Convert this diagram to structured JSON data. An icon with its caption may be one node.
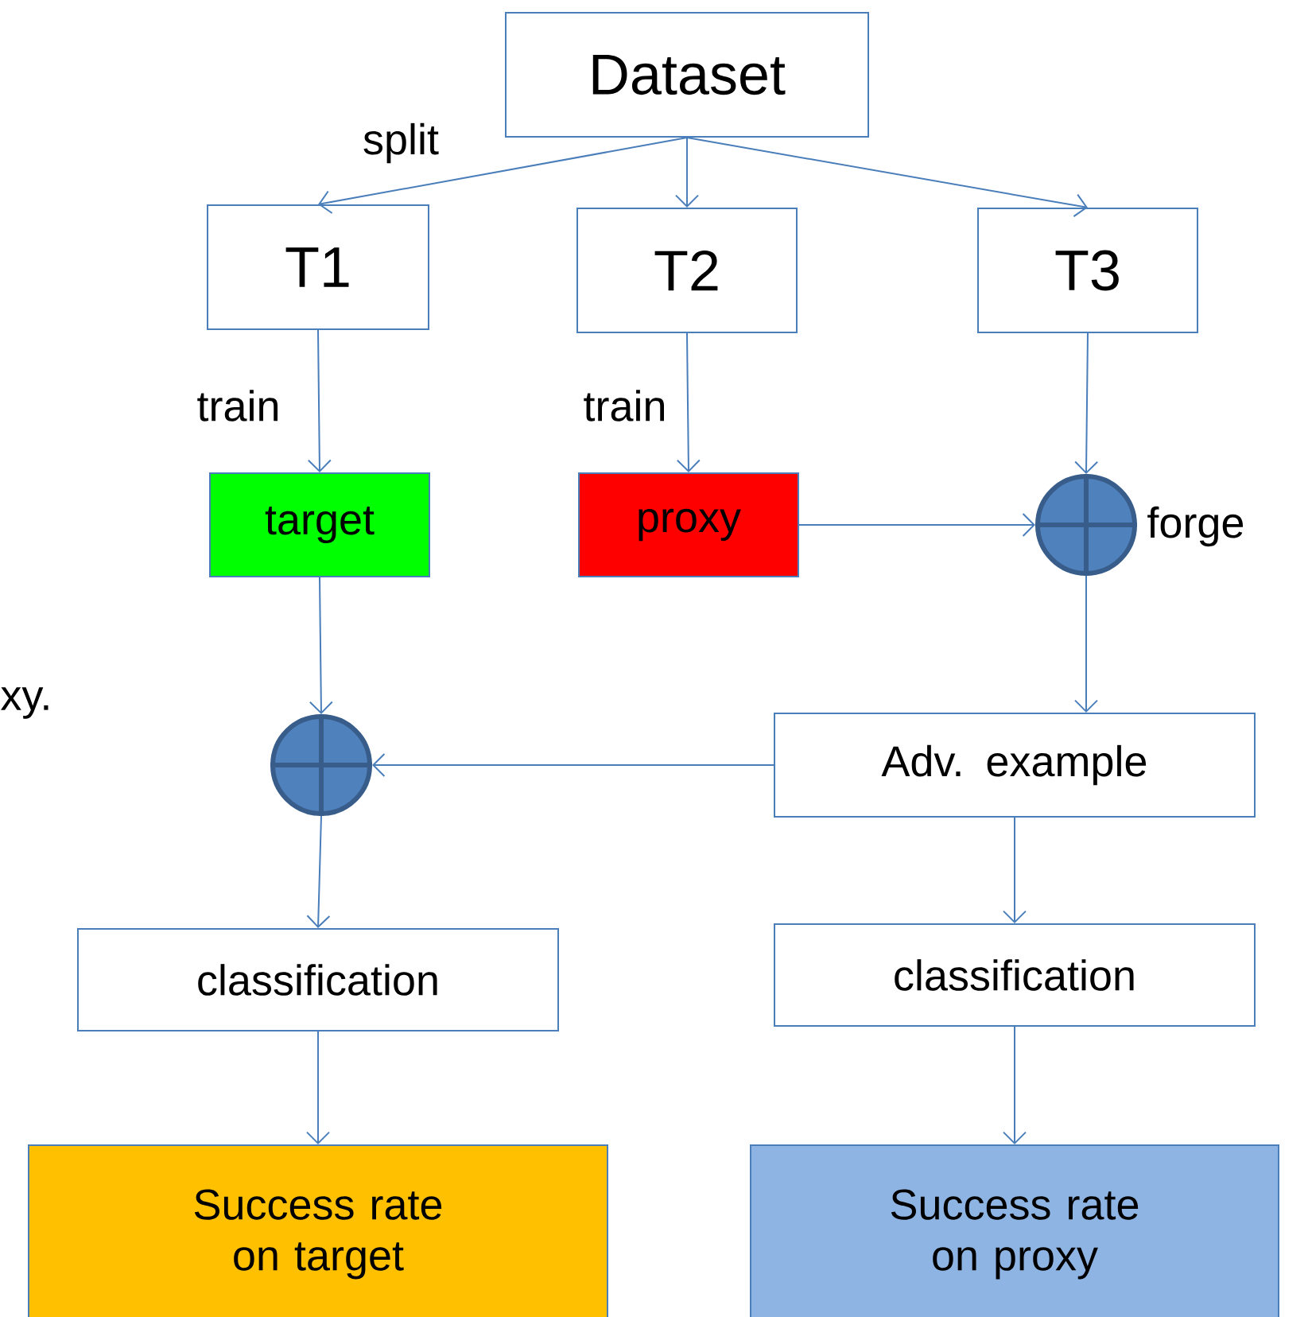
{
  "diagram": {
    "nodes": [
      {
        "text": [
          "Dataset"
        ]
      },
      {
        "text": [
          "T1"
        ]
      },
      {
        "text": [
          "T2"
        ]
      },
      {
        "text": [
          "T3"
        ]
      },
      {
        "text": [
          "target"
        ]
      },
      {
        "text": [
          "proxy"
        ]
      },
      {
        "text": [],
        "shape": "circle",
        "beside": [
          "forge"
        ]
      },
      {
        "text": [],
        "shape": "circle"
      },
      {
        "text": [
          "Adv. example"
        ]
      },
      {
        "text": [
          "classification"
        ]
      },
      {
        "text": [
          "classification"
        ]
      },
      {
        "text": [
          "Success rate on target"
        ]
      },
      {
        "text": [
          "Success rate on proxy"
        ]
      }
    ],
    "edges": [
      {
        "from": 0,
        "to": 1,
        "arrow": "to",
        "label": "split"
      },
      {
        "from": 0,
        "to": 2,
        "arrow": "to"
      },
      {
        "from": 0,
        "to": 3,
        "arrow": "to"
      },
      {
        "from": 1,
        "to": 4,
        "arrow": "to",
        "label": "train"
      },
      {
        "from": 2,
        "to": 5,
        "arrow": "to",
        "label": "train"
      },
      {
        "from": 3,
        "to": 6,
        "arrow": "to"
      },
      {
        "from": 5,
        "to": 6,
        "arrow": "to"
      },
      {
        "from": 6,
        "to": 8,
        "arrow": "to"
      },
      {
        "from": 8,
        "to": 7,
        "arrow": "to"
      },
      {
        "from": 4,
        "to": 7,
        "arrow": "to"
      },
      {
        "from": 7,
        "to": 9,
        "arrow": "to"
      },
      {
        "from": 8,
        "to": 10,
        "arrow": "to"
      },
      {
        "from": 9,
        "to": 11,
        "arrow": "to"
      },
      {
        "from": 10,
        "to": 12,
        "arrow": "to"
      }
    ],
    "labels": [
      "xy."
    ]
  }
}
